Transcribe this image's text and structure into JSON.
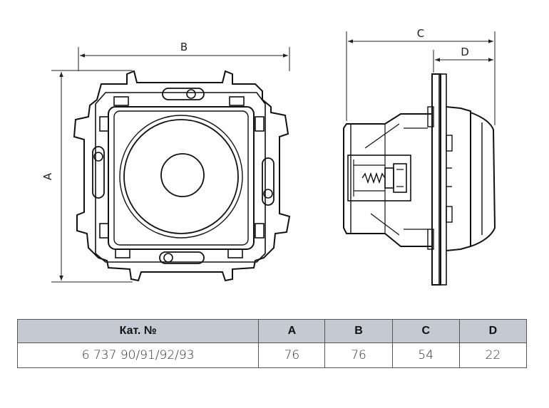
{
  "dimensions": {
    "a": "A",
    "b": "B",
    "c": "C",
    "d": "D"
  },
  "table": {
    "headers": [
      "Кат. №",
      "A",
      "B",
      "C",
      "D"
    ],
    "rows": [
      [
        "6 737 90/91/92/93",
        "76",
        "76",
        "54",
        "22"
      ]
    ]
  }
}
